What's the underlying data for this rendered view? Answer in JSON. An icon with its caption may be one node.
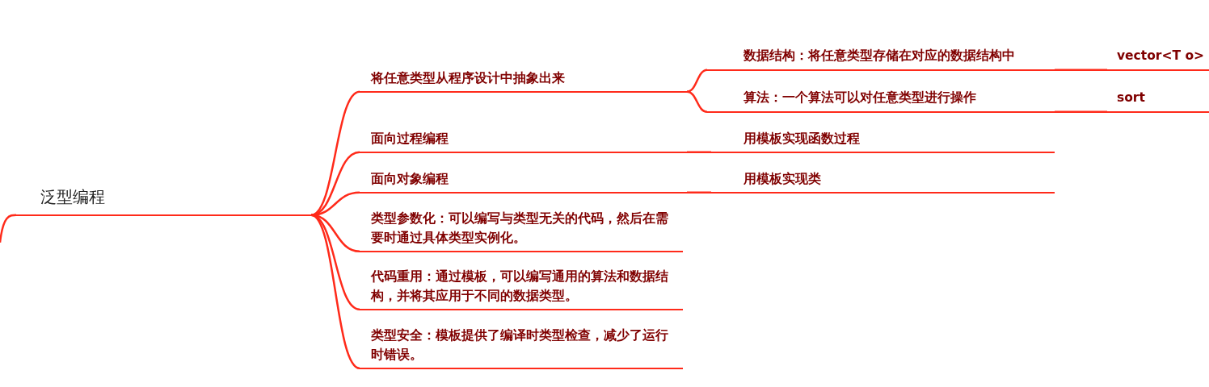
{
  "diagram": {
    "nodes": [
      {
        "text": [
          "泛型编程"
        ]
      },
      {
        "text": [
          "将任意类型从程序设计中抽象出来"
        ]
      },
      {
        "text": [
          "数据结构：将任意类型存储在对应的数据结构中"
        ]
      },
      {
        "text": [
          "vector<T o>"
        ]
      },
      {
        "text": [
          "算法：一个算法可以对任意类型进行操作"
        ]
      },
      {
        "text": [
          "sort"
        ]
      },
      {
        "text": [
          "面向过程编程"
        ]
      },
      {
        "text": [
          "用模板实现函数过程"
        ]
      },
      {
        "text": [
          "面向对象编程"
        ]
      },
      {
        "text": [
          "用模板实现类"
        ]
      },
      {
        "text": [
          "类型参数化：可以编写与类型无关的代码，然后在需要时通过具体类型实例化。"
        ]
      },
      {
        "text": [
          "代码重用：通过模板，可以编写通用的算法和数据结构，并将其应用于不同的数据类型。"
        ]
      },
      {
        "text": [
          "类型安全：模板提供了编译时类型检查，减少了运行时错误。"
        ]
      }
    ],
    "edges": [
      {
        "from": null,
        "to": 0,
        "arrow": "none"
      },
      {
        "from": 0,
        "to": 1,
        "arrow": "none"
      },
      {
        "from": 0,
        "to": 6,
        "arrow": "none"
      },
      {
        "from": 0,
        "to": 8,
        "arrow": "none"
      },
      {
        "from": 0,
        "to": 10,
        "arrow": "none"
      },
      {
        "from": 0,
        "to": 11,
        "arrow": "none"
      },
      {
        "from": 0,
        "to": 12,
        "arrow": "none"
      },
      {
        "from": 1,
        "to": 2,
        "arrow": "none"
      },
      {
        "from": 1,
        "to": 4,
        "arrow": "none"
      },
      {
        "from": 2,
        "to": 3,
        "arrow": "none"
      },
      {
        "from": 4,
        "to": 5,
        "arrow": "none"
      },
      {
        "from": 6,
        "to": 7,
        "arrow": "none"
      },
      {
        "from": 8,
        "to": 9,
        "arrow": "none"
      }
    ]
  }
}
